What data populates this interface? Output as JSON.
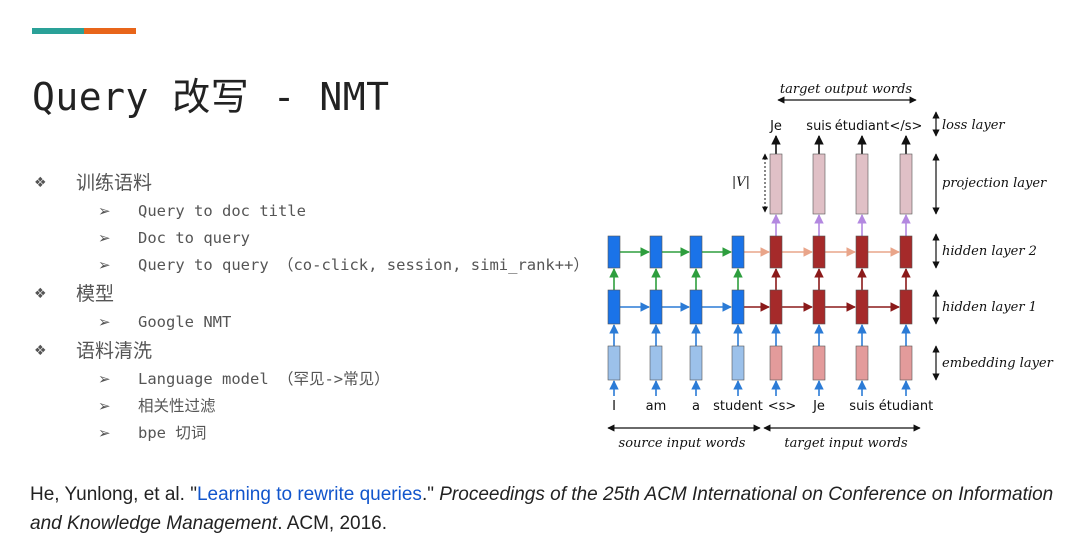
{
  "colors": {
    "accent_teal": "#2aa198",
    "accent_orange": "#e8651a",
    "enc_box": "#1a73e8",
    "enc_emb": "#9cc1ea",
    "dec_hidden": "#a52a2a",
    "dec_emb": "#e39b9b",
    "proj_box": "#e0c0c6",
    "arrow_blue": "#2b7bd6",
    "arrow_green": "#2e9e3e",
    "arrow_salmon": "#e9a58a",
    "arrow_dark_red": "#8b1a1a",
    "arrow_purple": "#b388e0"
  },
  "slide": {
    "title": "Query 改写 - NMT"
  },
  "outline": [
    {
      "label": "训练语料",
      "items": [
        "Query to doc title",
        "Doc to query",
        "Query to query （co-click, session, simi_rank++）"
      ]
    },
    {
      "label": "模型",
      "items": [
        "Google NMT"
      ]
    },
    {
      "label": "语料清洗",
      "items": [
        "Language model （罕见->常见）",
        "相关性过滤",
        "bpe 切词"
      ]
    }
  ],
  "bullet_glyphs": {
    "level1": "❖",
    "level2": "➢"
  },
  "diagram": {
    "target_output_label": "target output words",
    "source_input_label": "source input words",
    "target_input_label": "target input words",
    "vocab_label": "|V|",
    "layers": {
      "loss": "loss layer",
      "projection": "projection layer",
      "hidden2": "hidden layer 2",
      "hidden1": "hidden layer 1",
      "embedding": "embedding layer"
    },
    "source_words": [
      "I",
      "am",
      "a",
      "student"
    ],
    "target_input_words": [
      "<s>",
      "Je",
      "suis",
      "étudiant"
    ],
    "target_output_words": [
      "Je",
      "suis",
      "étudiant",
      "</s>"
    ]
  },
  "citation": {
    "authors": "He, Yunlong, et al. \"",
    "title_link": "Learning to rewrite queries",
    "after_title": ".\" ",
    "venue": "Proceedings of the 25th ACM International on Conference on Information and Knowledge Management",
    "tail": ". ACM, 2016."
  }
}
